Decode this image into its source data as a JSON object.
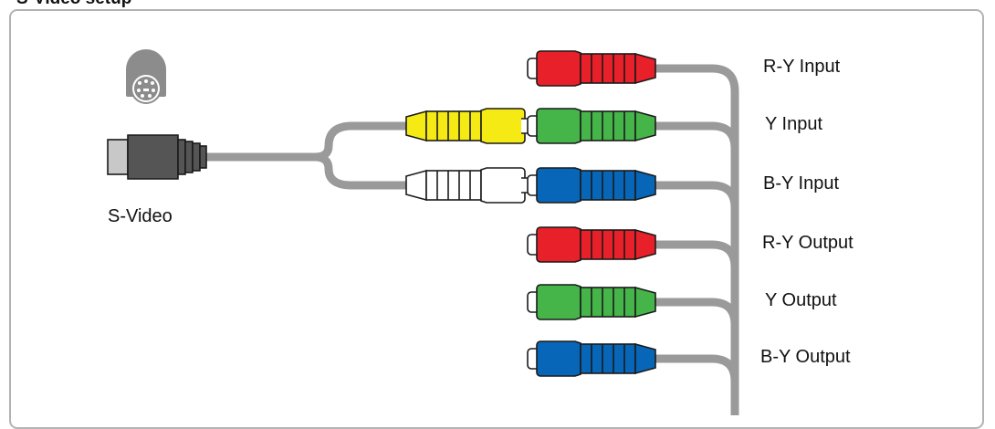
{
  "title": "S-Video setup",
  "connector_label": "S-Video",
  "ports": [
    {
      "label": "R-Y Input",
      "color": "#e8202a"
    },
    {
      "label": "Y Input",
      "color": "#46b549"
    },
    {
      "label": "B-Y Input",
      "color": "#0766b8"
    },
    {
      "label": "R-Y Output",
      "color": "#e8202a"
    },
    {
      "label": "Y Output",
      "color": "#46b549"
    },
    {
      "label": "B-Y Output",
      "color": "#0766b8"
    }
  ],
  "adapter_plugs": [
    {
      "color": "#f5ea14"
    },
    {
      "color": "#ffffff"
    }
  ],
  "colors": {
    "cable": "#9a9a9a",
    "outline": "#1a1a1a",
    "connector_body": "#555555",
    "frame": "#b3b3b3"
  },
  "icons": [
    "s-video-port-icon",
    "s-video-plug-icon",
    "rca-plug-icon"
  ]
}
